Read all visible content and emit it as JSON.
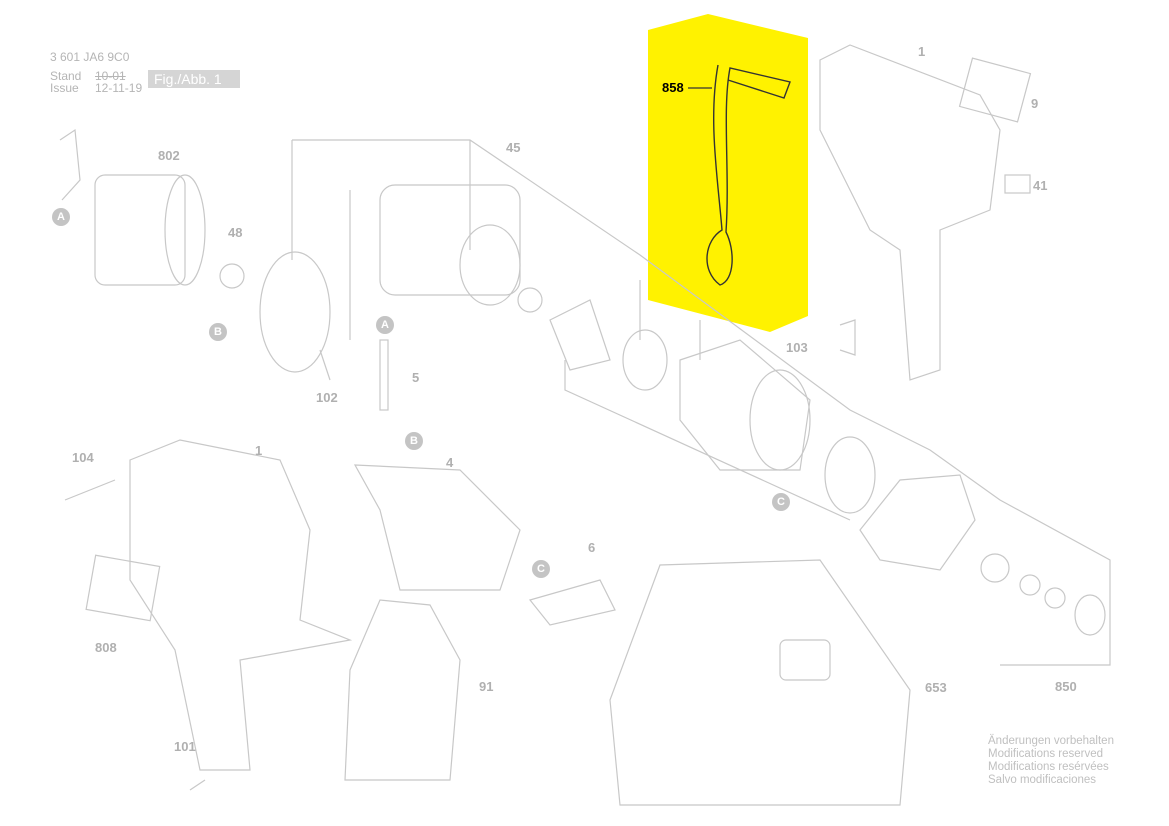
{
  "header": {
    "doc_number": "3 601 JA6 9C0",
    "stand_label": "Stand",
    "issue_label": "Issue",
    "stand_value": "10-01",
    "issue_value": "12-11-19",
    "figure_label": "Fig./Abb. 1"
  },
  "highlight": {
    "part": "858",
    "color": "#fff200"
  },
  "parts": [
    "1",
    "9",
    "41",
    "45",
    "802",
    "48",
    "103",
    "102",
    "5",
    "104",
    "1",
    "4",
    "6",
    "808",
    "91",
    "653",
    "850",
    "101"
  ],
  "refs": [
    "A",
    "A",
    "B",
    "B",
    "C",
    "C"
  ],
  "notes": [
    "Änderungen vorbehalten",
    "Modifications reserved",
    "Modifications resérvées",
    "Salvo modificaciones"
  ]
}
